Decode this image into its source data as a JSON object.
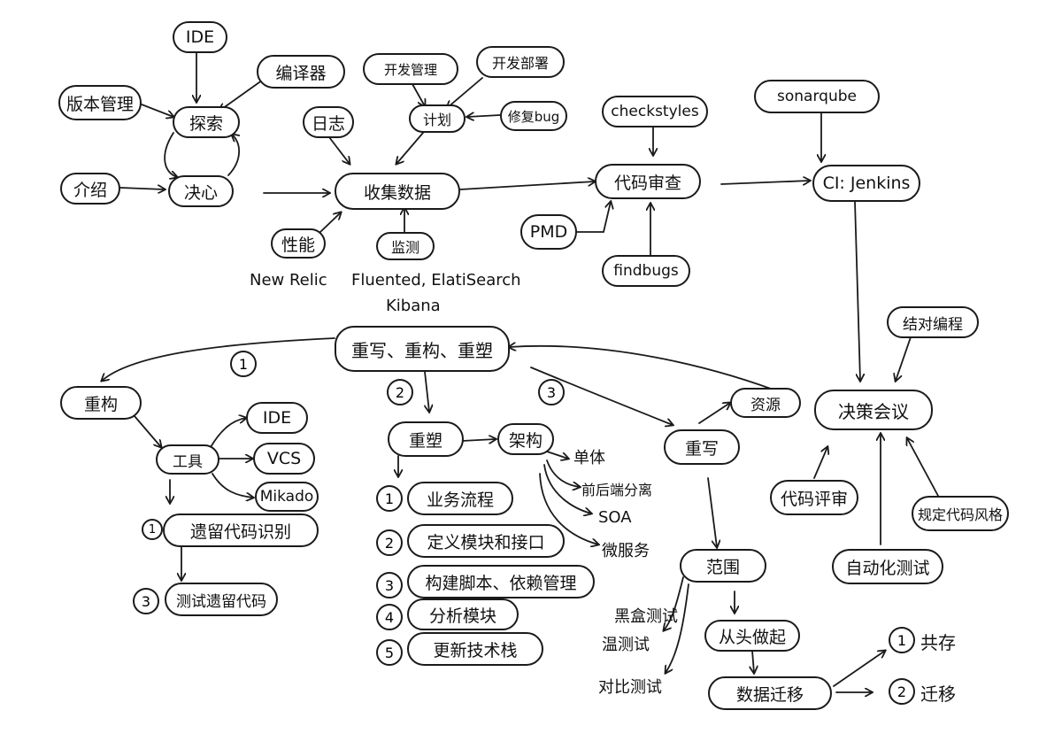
{
  "nodes": {
    "ide_top": "IDE",
    "compiler": "编译器",
    "version_mgmt": "版本管理",
    "explore": "探索",
    "intro": "介绍",
    "decide": "决心",
    "logs": "日志",
    "dev_mgmt": "开发管理",
    "dev_deploy": "开发部署",
    "plan": "计划",
    "fix_bug": "修复bug",
    "collect": "收集数据",
    "perf": "性能",
    "monitor": "监测",
    "checkstyles": "checkstyles",
    "code_review": "代码审查",
    "pmd": "PMD",
    "findbugs": "findbugs",
    "sonarqube": "sonarqube",
    "ci": "CI: Jenkins",
    "rewrite_main": "重写、重构、重塑",
    "pair_prog": "结对编程",
    "refactor": "重构",
    "tools": "工具",
    "ide2": "IDE",
    "vcs": "VCS",
    "mikado": "Mikado",
    "legacy_id": "遗留代码识别",
    "test_legacy": "测试遗留代码",
    "reshape": "重塑",
    "arch": "架构",
    "business": "业务流程",
    "define_mod": "定义模块和接口",
    "build_script": "构建脚本、依赖管理",
    "split_mod": "分析模块",
    "update_tech": "更新技术栈",
    "rewrite": "重写",
    "resources": "资源",
    "decision": "决策会议",
    "review_result": "代码评审",
    "plan_code": "规定代码风格",
    "auto_test": "自动化测试",
    "scope": "范围",
    "from_scratch": "从头做起",
    "data_migration": "数据迁移"
  },
  "labels": {
    "new_relic": "New Relic",
    "fluentd": "Fluented, ElatiSearch",
    "kibana": "Kibana",
    "monolith": "单体",
    "front_back": "前后端分离",
    "soa": "SOA",
    "microservice": "微服务",
    "blackbox": "黑盒测试",
    "warm_test": "温测试",
    "compare_test": "对比测试",
    "coexist": "共存",
    "migrate": "迁移"
  },
  "numbers": {
    "b1": "1",
    "b2": "2",
    "b3": "3",
    "s1": "1",
    "s3": "3",
    "r1": "1",
    "r2": "2",
    "r3": "3",
    "r4": "4",
    "r5": "5",
    "w1": "1",
    "w2": "2",
    "w3": "3",
    "c1": "1",
    "c2": "2"
  },
  "colors": {
    "ink": "#1a1a1a",
    "paper": "#ffffff"
  }
}
